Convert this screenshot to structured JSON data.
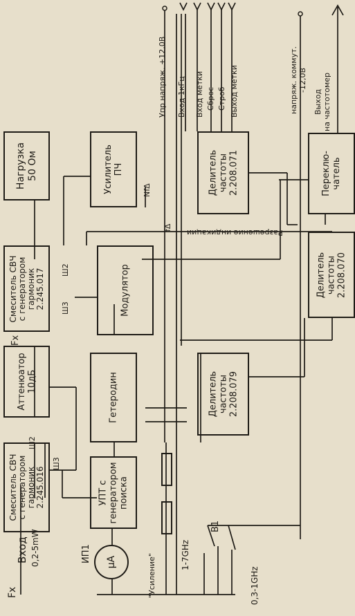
{
  "blocks": {
    "mixer_in": "Смеситель СВЧ\nс генератором\nгармоник\n2.245.016",
    "attenuator": "Аттенюатор\n10дБ",
    "mixer_out": "Смеситель СВЧ\nс генератором\nгармоник\n2.245.017",
    "load": "Нагрузка\n50 Ом",
    "upt": "УПТ с\nгенератором\nпоиска",
    "heterodyne": "Гетеродин",
    "modulator": "Модулятор",
    "if_amp": "Усилитель\nПЧ",
    "divider_079": "Делитель\nчастоты\n2.208.079",
    "divider_071": "Делитель\nчастоты\n2.208.071",
    "divider_070": "Делитель\nчастоты\n2.208.070",
    "switch": "Переклю-\nчатель"
  },
  "labels": {
    "fx_input": "Fx",
    "input_title": "Вход",
    "input_power": "0,2-5mW",
    "fx_mid": "Fx",
    "meter_ref": "ИП1",
    "meter": "μA",
    "band_high": "1-7GHz",
    "band_low": "0,3-1GHz",
    "switch_ref": "В1",
    "gain": "\"Усиление\"",
    "sh2_in": "Ш2",
    "sh3_in": "Ш3",
    "sh2_out": "Ш2",
    "sh3_out": "Ш3",
    "fdelta": "fΔ",
    "nfdelta": "NfΔ",
    "supply": "Упр напряж. +12,0В",
    "in_1khz": "Вход 1кГц",
    "mark_in": "Вход метки",
    "reset": "Сброс",
    "strobe": "Строб",
    "mark_out": "Выход метки",
    "permission": "Разрешение индикации",
    "comm_voltage": "напряж. коммут.\n-12,0В",
    "output": "Выход\nна частотомер"
  }
}
